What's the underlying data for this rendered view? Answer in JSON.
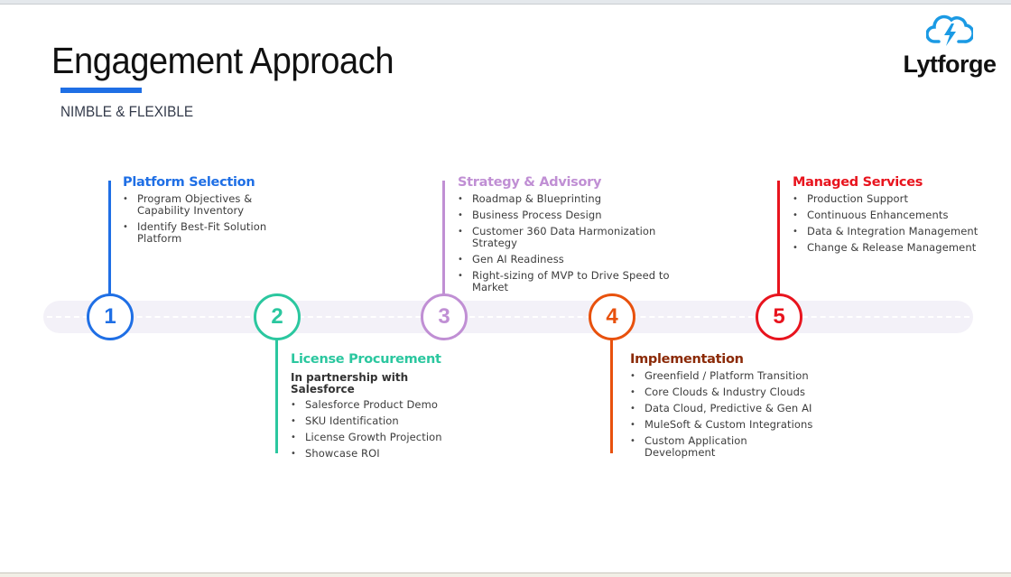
{
  "title": "Engagement Approach",
  "subtitle": "NIMBLE & FLEXIBLE",
  "logo": {
    "text": "Lytforge",
    "icon": "cloud-lightning-icon"
  },
  "colors": {
    "step1": "#1f6fe5",
    "step2": "#2bc79f",
    "step3": "#c08fd4",
    "step4": "#e8510d",
    "step4_heading": "#8b2a07",
    "step5": "#e8141e"
  },
  "steps": [
    {
      "number": "1",
      "heading": "Platform Selection",
      "items": [
        "Program Objectives & Capability Inventory",
        "Identify Best-Fit Solution Platform"
      ]
    },
    {
      "number": "2",
      "heading": "License Procurement",
      "subheading": "In partnership with Salesforce",
      "items": [
        "Salesforce Product Demo",
        "SKU Identification",
        "License Growth Projection",
        "Showcase ROI"
      ]
    },
    {
      "number": "3",
      "heading": "Strategy & Advisory",
      "items": [
        "Roadmap & Blueprinting",
        "Business Process Design",
        "Customer 360 Data Harmonization Strategy",
        "Gen AI Readiness",
        "Right-sizing of MVP to Drive Speed to Market"
      ]
    },
    {
      "number": "4",
      "heading": "Implementation",
      "items": [
        "Greenfield / Platform Transition",
        "Core Clouds & Industry Clouds",
        "Data Cloud, Predictive & Gen AI",
        "MuleSoft & Custom Integrations",
        "Custom Application Development"
      ]
    },
    {
      "number": "5",
      "heading": "Managed Services",
      "items": [
        "Production Support",
        "Continuous Enhancements",
        "Data & Integration Management",
        "Change & Release Management"
      ]
    }
  ]
}
